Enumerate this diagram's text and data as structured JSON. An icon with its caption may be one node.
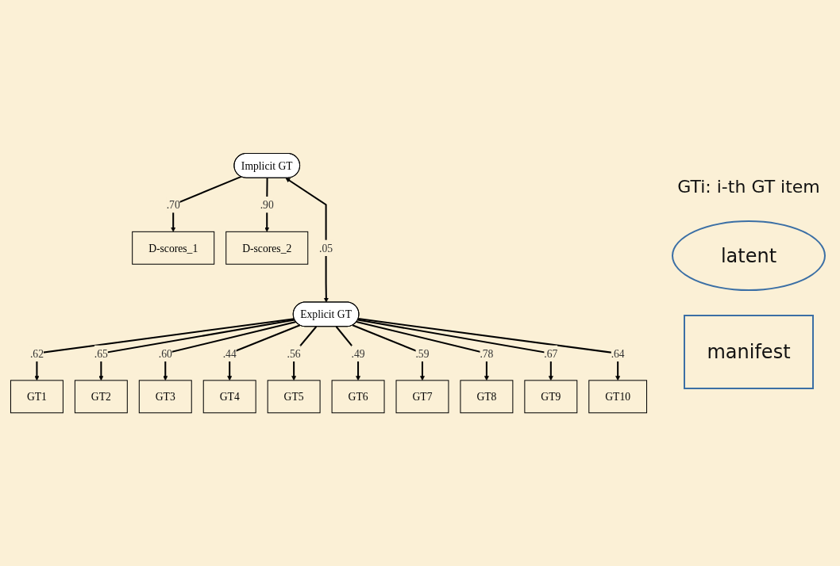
{
  "diagram": {
    "nodes": [
      {
        "text": [
          "D-scores_1"
        ]
      },
      {
        "text": [
          "D-scores_2"
        ]
      },
      {
        "text": [
          "Implicit GT"
        ]
      },
      {
        "text": [
          "Explicit GT"
        ]
      },
      {
        "text": [
          "GT1"
        ]
      },
      {
        "text": [
          "GT2"
        ]
      },
      {
        "text": [
          "GT3"
        ]
      },
      {
        "text": [
          "GT4"
        ]
      },
      {
        "text": [
          "GT5"
        ]
      },
      {
        "text": [
          "GT6"
        ]
      },
      {
        "text": [
          "GT7"
        ]
      },
      {
        "text": [
          "GT8"
        ]
      },
      {
        "text": [
          "GT9"
        ]
      },
      {
        "text": [
          "GT10"
        ]
      }
    ],
    "edges": [
      {
        "from": 2,
        "to": 0,
        "arrow": "to",
        "label": ".70"
      },
      {
        "from": 2,
        "to": 1,
        "arrow": "to",
        "label": ".90"
      },
      {
        "from": 2,
        "to": 3,
        "arrow": "both",
        "label": ".05"
      },
      {
        "from": 3,
        "to": 4,
        "arrow": "to",
        "label": ".62"
      },
      {
        "from": 3,
        "to": 5,
        "arrow": "to",
        "label": ".65"
      },
      {
        "from": 3,
        "to": 6,
        "arrow": "to",
        "label": ".60"
      },
      {
        "from": 3,
        "to": 7,
        "arrow": "to",
        "label": ".44"
      },
      {
        "from": 3,
        "to": 8,
        "arrow": "to",
        "label": ".56"
      },
      {
        "from": 3,
        "to": 9,
        "arrow": "to",
        "label": ".49"
      },
      {
        "from": 3,
        "to": 10,
        "arrow": "to",
        "label": ".59"
      },
      {
        "from": 3,
        "to": 11,
        "arrow": "to",
        "label": ".78"
      },
      {
        "from": 3,
        "to": 12,
        "arrow": "to",
        "label": ".67"
      },
      {
        "from": 3,
        "to": 13,
        "arrow": "to",
        "label": ".64"
      }
    ],
    "labels": [
      "GTi: i-th GT item"
    ],
    "legend": [
      {
        "text": "latent"
      },
      {
        "text": "manifest"
      }
    ]
  }
}
